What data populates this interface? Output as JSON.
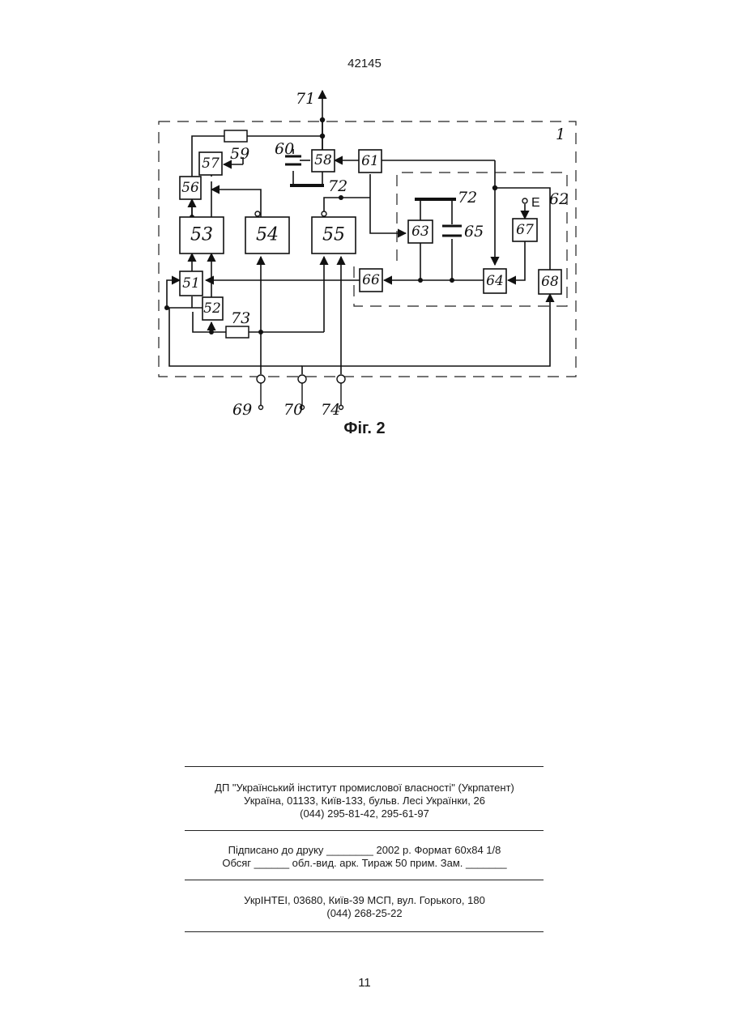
{
  "header": {
    "doc_number": "42145"
  },
  "figure": {
    "caption": "Фіг. 2",
    "blocks": {
      "b51": "51",
      "b52": "52",
      "b53": "53",
      "b54": "54",
      "b55": "55",
      "b56": "56",
      "b57": "57",
      "b58": "58",
      "b61": "61",
      "b63": "63",
      "b64": "64",
      "b66": "66",
      "b67": "67",
      "b68": "68"
    },
    "labels": {
      "l1": "1",
      "l59": "59",
      "l60": "60",
      "l62": "62",
      "l65": "65",
      "l69": "69",
      "l70": "70",
      "l71": "71",
      "l72a": "72",
      "l72b": "72",
      "l73": "73",
      "l74": "74",
      "lE": "E"
    }
  },
  "imprint": {
    "publisher_line1": "ДП \"Український інститут промислової власності\" (Укрпатент)",
    "publisher_line2": "Україна, 01133, Київ-133, бульв. Лесі Українки, 26",
    "publisher_line3": "(044) 295-81-42, 295-61-97",
    "print_line1": "Підписано до друку ________ 2002 р.    Формат 60х84 1/8",
    "print_line2": "Обсяг ______ обл.-вид. арк.   Тираж 50 прим.    Зам. _______",
    "printer_line1": "УкрІНТЕІ, 03680, Київ-39 МСП, вул. Горького, 180",
    "printer_line2": "(044) 268-25-22"
  },
  "footer": {
    "page_number": "11"
  }
}
